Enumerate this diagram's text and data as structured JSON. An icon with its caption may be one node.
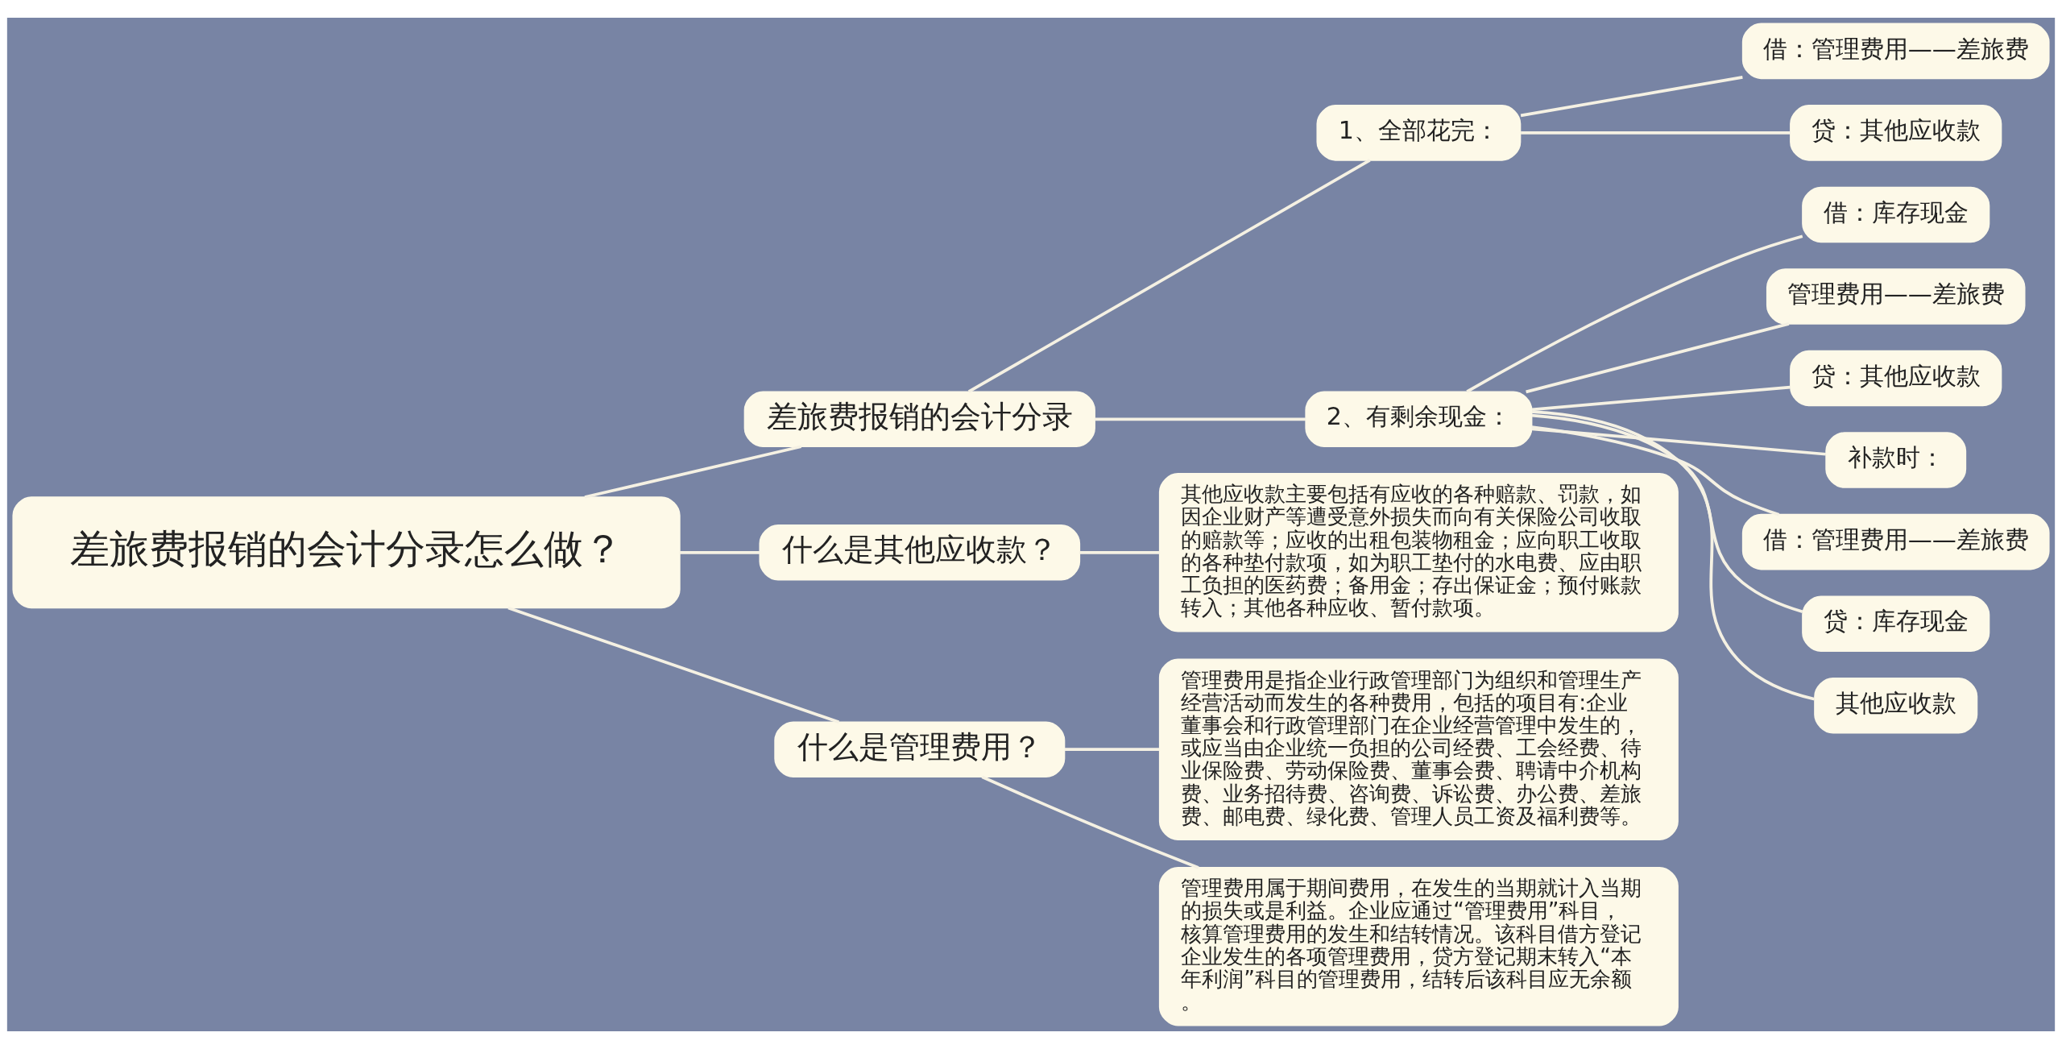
{
  "diagram": {
    "nodes": [
      {
        "text": [
          "差旅费报销的会计分录怎么做？"
        ]
      },
      {
        "text": [
          "差旅费报销的会计分录"
        ]
      },
      {
        "text": [
          "1、全部花完："
        ]
      },
      {
        "text": [
          "借：管理费用——差旅费"
        ]
      },
      {
        "text": [
          "贷：其他应收款"
        ]
      },
      {
        "text": [
          "2、有剩余现金："
        ]
      },
      {
        "text": [
          "借：库存现金"
        ]
      },
      {
        "text": [
          "管理费用——差旅费"
        ]
      },
      {
        "text": [
          "贷：其他应收款"
        ]
      },
      {
        "text": [
          "补款时："
        ]
      },
      {
        "text": [
          "借：管理费用——差旅费"
        ]
      },
      {
        "text": [
          "贷：库存现金"
        ]
      },
      {
        "text": [
          "其他应收款"
        ]
      },
      {
        "text": [
          "什么是其他应收款？"
        ]
      },
      {
        "text": [
          "其他应收款主要包括有应收的各种赔款、罚款，如因企业财产等遭受意外损失而向有关保险公司收取的赔款等；应收的出租包装物租金；应向职工收取的各种垫付款项，如为职工垫付的水电费、应由职工负担的医药费；备用金；存出保证金；预付账款转入；其他各种应收、暂付款项。"
        ]
      },
      {
        "text": [
          "什么是管理费用？"
        ]
      },
      {
        "text": [
          "管理费用是指企业行政管理部门为组织和管理生产经营活动而发生的各种费用，包括的项目有:企业董事会和行政管理部门在企业经营管理中发生的，或应当由企业统一负担的公司经费、工会经费、待业保险费、劳动保险费、董事会费、聘请中介机构费、业务招待费、咨询费、诉讼费、办公费、差旅费、邮电费、绿化费、管理人员工资及福利费等。"
        ]
      },
      {
        "text": [
          "管理费用属于期间费用，在发生的当期就计入当期的损失或是利益。企业应通过“管理费用”科目，核算管理费用的发生和结转情况。该科目借方登记企业发生的各项管理费用，贷方登记期末转入“本年利润”科目的管理费用，结转后该科目应无余额。"
        ]
      }
    ],
    "edges": [
      {
        "from": 0,
        "to": 1,
        "arrow": "none"
      },
      {
        "from": 1,
        "to": 2,
        "arrow": "none"
      },
      {
        "from": 2,
        "to": 3,
        "arrow": "none"
      },
      {
        "from": 2,
        "to": 4,
        "arrow": "none"
      },
      {
        "from": 1,
        "to": 5,
        "arrow": "none"
      },
      {
        "from": 5,
        "to": 6,
        "arrow": "none"
      },
      {
        "from": 5,
        "to": 7,
        "arrow": "none"
      },
      {
        "from": 5,
        "to": 8,
        "arrow": "none"
      },
      {
        "from": 5,
        "to": 9,
        "arrow": "none"
      },
      {
        "from": 5,
        "to": 10,
        "arrow": "none"
      },
      {
        "from": 5,
        "to": 11,
        "arrow": "none"
      },
      {
        "from": 5,
        "to": 12,
        "arrow": "none"
      },
      {
        "from": 0,
        "to": 13,
        "arrow": "none"
      },
      {
        "from": 13,
        "to": 14,
        "arrow": "none"
      },
      {
        "from": 0,
        "to": 15,
        "arrow": "none"
      },
      {
        "from": 15,
        "to": 16,
        "arrow": "none"
      },
      {
        "from": 15,
        "to": 17,
        "arrow": "none"
      }
    ]
  }
}
